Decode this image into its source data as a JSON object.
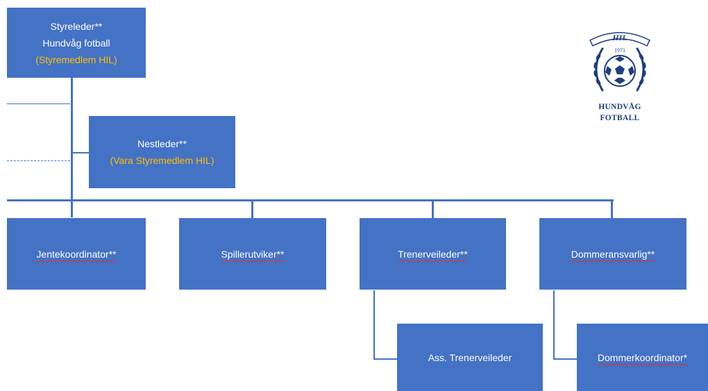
{
  "colors": {
    "box": "#4472C4",
    "text": "#FFFFFF",
    "highlight": "#FFC000",
    "logo": "#1F3F7A"
  },
  "chair": {
    "line1": "Styreleder**",
    "line2": "Hundvåg fotball",
    "line3": "(Styremedlem HIL)"
  },
  "vice_chair": {
    "line1": "Nestleder**",
    "line2": "(Vara Styremedlem HIL)"
  },
  "roles": [
    {
      "label": "Jentekoordinator**"
    },
    {
      "label": "Spillerutviker**"
    },
    {
      "label": "Trenerveileder**"
    },
    {
      "label": "Dommeransvarlig**"
    }
  ],
  "sub_roles": [
    {
      "label": "Ass. Trenerveileder"
    },
    {
      "label": "Dommerkoordinator*"
    }
  ],
  "logo": {
    "banner": "HIL",
    "year": "1971",
    "name_line1": "HUNDVÅG",
    "name_line2": "FOTBALL",
    "icon": "football-crest-icon"
  }
}
